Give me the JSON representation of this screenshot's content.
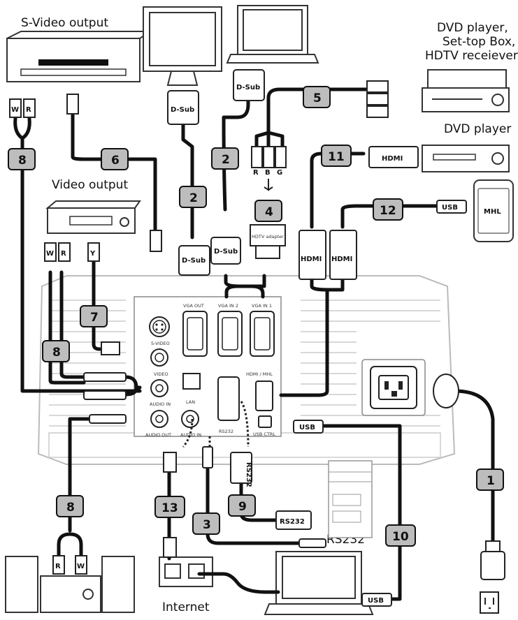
{
  "labels": {
    "svideo_output": "S-Video output",
    "video_output": "Video output",
    "dvd_line1": "DVD player,",
    "dvd_line2": "Set-top Box,",
    "dvd_line3": "HDTV receiever",
    "dvd_player": "DVD player",
    "internet": "Internet",
    "rs232": "RS232",
    "mhl": "MHL"
  },
  "connectors": {
    "dsub": "D-Sub",
    "hdtv_adapter": "HDTV adapter",
    "hdmi": "HDMI",
    "usb": "USB",
    "rs232": "RS232",
    "w": "W",
    "r": "R",
    "y": "Y",
    "b": "B",
    "g": "G"
  },
  "ports": {
    "svideo": "S-VIDEO",
    "video": "VIDEO",
    "audio_in": "AUDIO IN",
    "audio_out": "AUDIO OUT",
    "vga_out": "VGA OUT",
    "vga_in2": "VGA IN 2",
    "vga_in1": "VGA IN 1",
    "lan": "LAN",
    "audio_in2": "AUDIO IN",
    "rs232": "RS232",
    "hdmi_mhl": "HDMI / MHL",
    "usb_ctrl": "USB CTRL"
  },
  "cable_numbers": [
    "1",
    "2",
    "2",
    "3",
    "4",
    "5",
    "6",
    "7",
    "8",
    "8",
    "8",
    "9",
    "10",
    "11",
    "12",
    "13"
  ]
}
